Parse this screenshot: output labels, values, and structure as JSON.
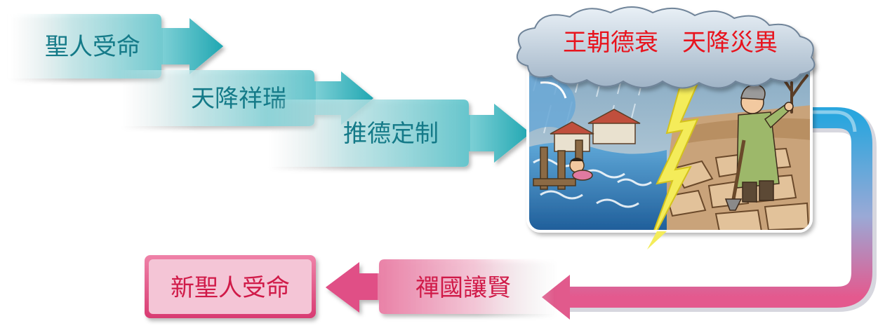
{
  "steps": {
    "step1": "聖人受命",
    "step2": "天降祥瑞",
    "step3": "推德定制",
    "decline_label": "王朝德衰",
    "disaster_label": "天降災異",
    "step5": "禪國讓賢",
    "step6": "新聖人受命"
  },
  "colors": {
    "teal_arrow": "#3dbcc4",
    "teal_text": "#147a88",
    "pink_arrow": "#e44c83",
    "pink_text": "#d01a48",
    "cloud_text": "#e8141e",
    "cycle_blue": "#3ba8dc",
    "cycle_pink": "#e0568c"
  }
}
